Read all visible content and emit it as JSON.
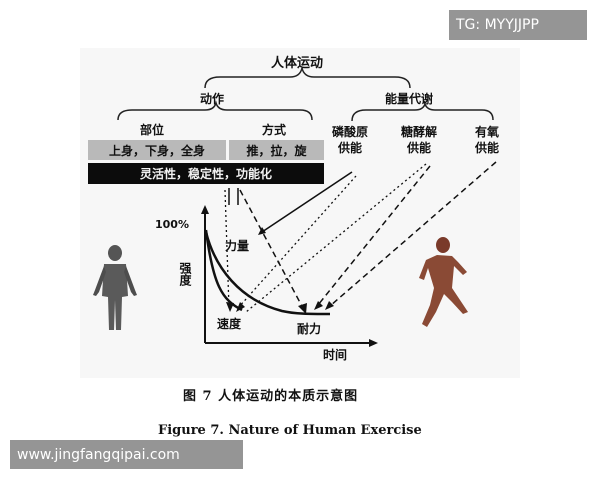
{
  "diagram": {
    "top_title": "人体运动",
    "branch_left": "动作",
    "branch_right": "能量代谢",
    "sub_left": "部位",
    "sub_right": "方式",
    "parts_text": "上身，下身，全身",
    "methods_text": "推，拉，旋",
    "qualities_text": "灵活性，稳定性，功能化",
    "energy_sources": [
      {
        "line1": "磷酸原",
        "line2": "供能"
      },
      {
        "line1": "糖酵解",
        "line2": "供能"
      },
      {
        "line1": "有氧",
        "line2": "供能"
      }
    ],
    "graph": {
      "y_max_label": "100%",
      "y_axis_label": "强度",
      "x_axis_label": "时间",
      "curve_labels": [
        "力量",
        "速度",
        "耐力"
      ]
    }
  },
  "caption": {
    "chinese": "图 7    人体运动的本质示意图",
    "english": "Figure 7.     Nature of Human Exercise"
  },
  "overlays": {
    "tg": "TG: MYYJJPP",
    "website": "www.jingfangqipai.com"
  }
}
